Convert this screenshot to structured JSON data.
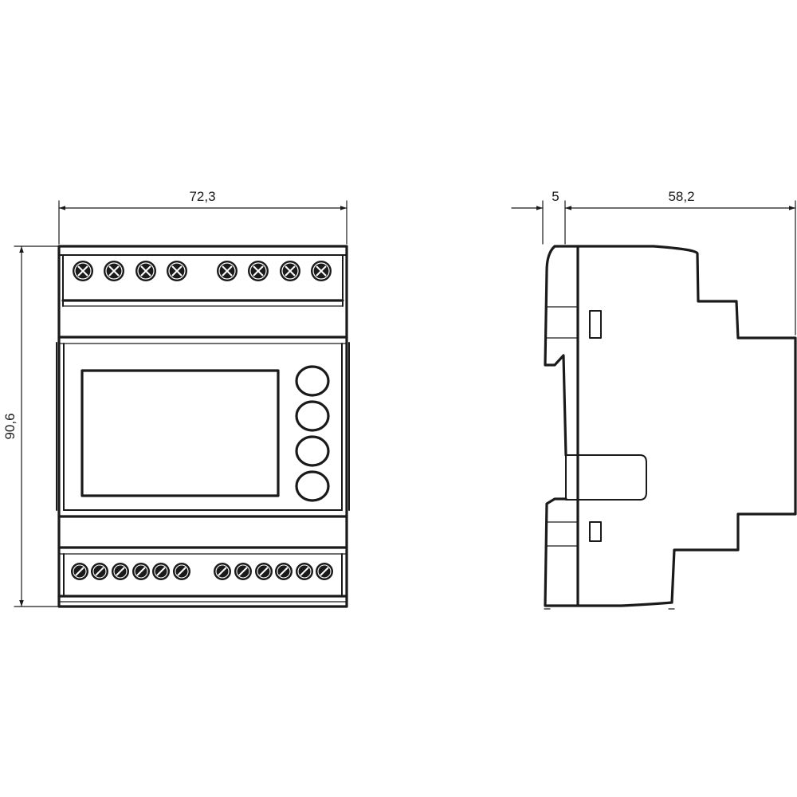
{
  "dimensions": {
    "front_width": "72,3",
    "front_height": "90,6",
    "side_offset": "5",
    "side_depth": "58,2"
  },
  "front_view": {
    "top_terminal_count": 8,
    "bottom_terminal_count": 12,
    "button_count": 4
  }
}
